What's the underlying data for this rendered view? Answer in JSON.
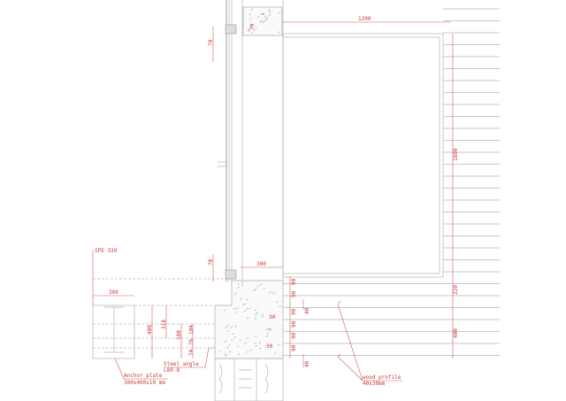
{
  "dimensions": {
    "width_1200": "1200",
    "height_1800": "1800",
    "top_70": "70",
    "top_concrete_70": "70",
    "bottom_70": "70",
    "window_300": "300",
    "beam_300": "300",
    "d220": "220",
    "d400_right": "400",
    "d90": [
      "90",
      "90",
      "90",
      "90",
      "90",
      "90"
    ],
    "d40": [
      "40",
      "40"
    ],
    "d30": [
      "30",
      "30"
    ],
    "d400_beam": "400",
    "d318": "318",
    "d180": "180",
    "d104": "104",
    "d76": "76",
    "d74": "74"
  },
  "labels": {
    "ipe": "IPE 330",
    "steel_angle": "Steel angle",
    "steel_angle_size": "L80-8",
    "anchor_plate": "Anchor plate",
    "anchor_plate_size": "300x400x10 mm",
    "wood_profile": "wood profile",
    "wood_profile_size": "40x30mm"
  }
}
